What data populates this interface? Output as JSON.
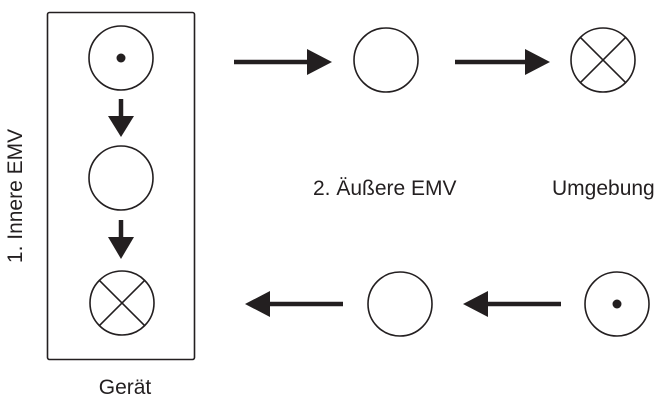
{
  "labels": {
    "inner_emv": "1. Innere EMV",
    "outer_emv": "2. Äußere EMV",
    "environment": "Umgebung",
    "device": "Gerät"
  },
  "symbols": {
    "device_column": [
      "dot-circle",
      "empty-circle",
      "cross-circle"
    ],
    "top_row": [
      "empty-circle",
      "cross-circle"
    ],
    "bottom_row": [
      "empty-circle",
      "dot-circle"
    ]
  },
  "colors": {
    "ink": "#231f20",
    "background": "#ffffff"
  }
}
